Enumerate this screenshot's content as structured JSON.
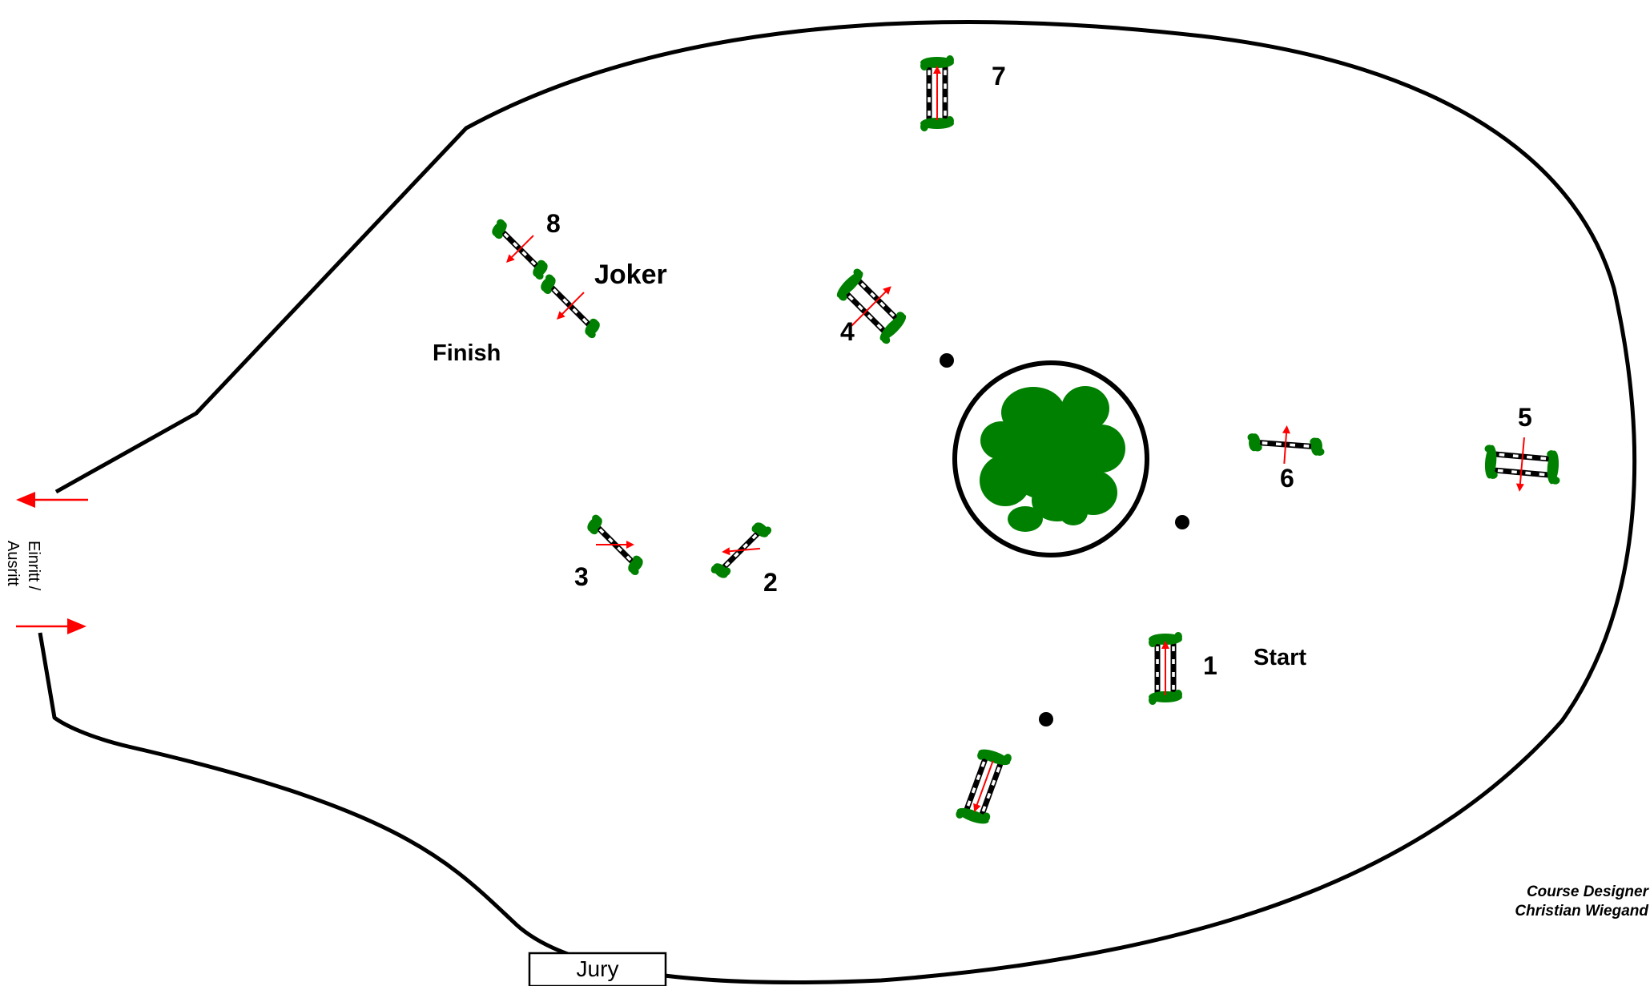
{
  "diagram": {
    "labels": {
      "start": "Start",
      "finish": "Finish",
      "joker": "Joker",
      "jury": "Jury",
      "entrance_line1": "Einritt /",
      "entrance_line2": "Ausritt",
      "designer_line1": "Course Designer",
      "designer_line2": "Christian Wiegand"
    },
    "obstacles": [
      {
        "number": "1"
      },
      {
        "number": "2"
      },
      {
        "number": "3"
      },
      {
        "number": "4"
      },
      {
        "number": "5"
      },
      {
        "number": "6"
      },
      {
        "number": "7"
      },
      {
        "number": "8"
      }
    ],
    "colors": {
      "outline": "#000000",
      "arrow": "#ff0000",
      "foliage": "#008000",
      "pole_white": "#ffffff"
    }
  }
}
